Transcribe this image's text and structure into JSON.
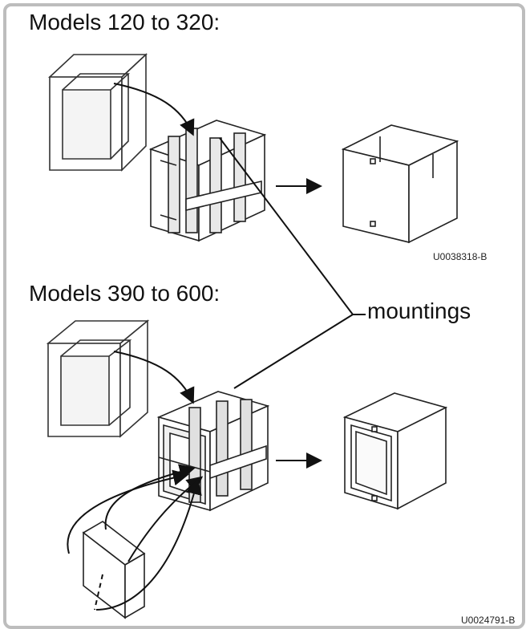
{
  "section_top": {
    "title": "Models 120 to 320:",
    "drawing_code": "U0038318-B"
  },
  "section_bottom": {
    "title": "Models 390 to 600:",
    "drawing_code": "U0024791-B"
  },
  "callout": {
    "label": "mountings"
  },
  "colors": {
    "frame_border": "#bdbdbd",
    "line": "#111111",
    "fill": "#ffffff",
    "shade": "#d9d9d9"
  }
}
